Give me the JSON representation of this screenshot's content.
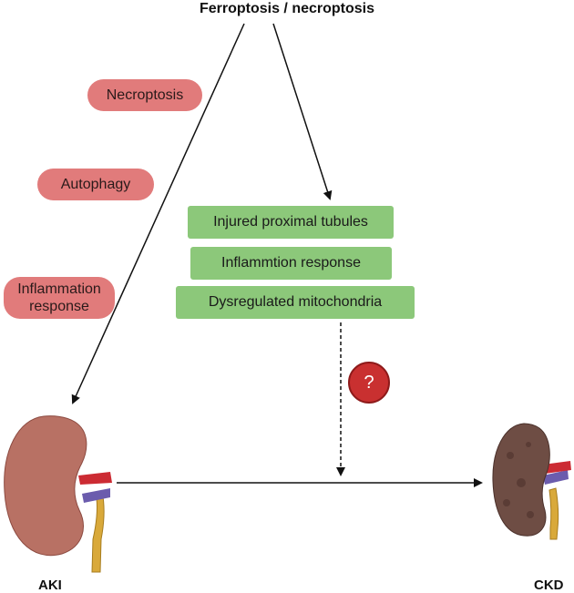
{
  "title": "Ferroptosis / necroptosis",
  "left_pills": [
    "Necroptosis",
    "Autophagy",
    "Inflammation response"
  ],
  "green_boxes": [
    "Injured proximal tubules",
    "Inflammtion response",
    "Dysregulated mitochondria"
  ],
  "question_mark": "?",
  "aki_label": "AKI",
  "ckd_label": "CKD",
  "colors": {
    "pill": "#e17b7b",
    "green": "#8cc87a",
    "question": "#c93030"
  }
}
